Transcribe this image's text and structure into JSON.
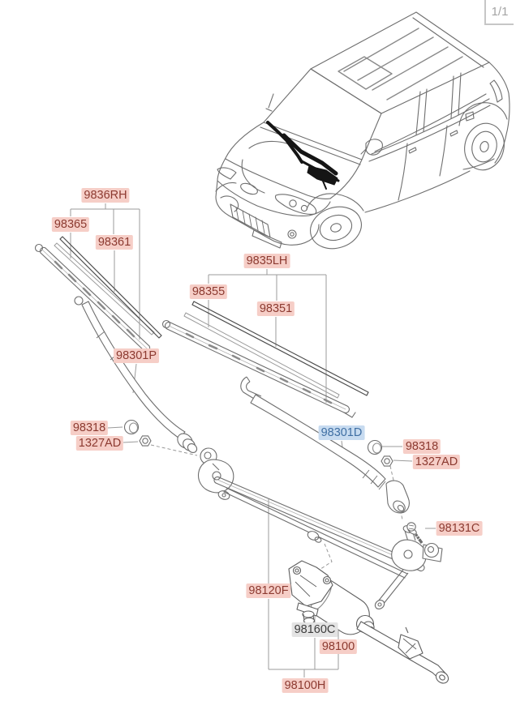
{
  "page": {
    "indicator": "1/1"
  },
  "diagram": {
    "selected_part": "98301D",
    "vehicle": "kia-soul-isometric-line-art"
  },
  "colors": {
    "label_pink_bg": "#f6cec7",
    "label_pink_text": "#8c3a30",
    "label_blue_bg": "#c7dbf0",
    "label_blue_text": "#3f6fa3",
    "label_gray_bg": "#e3e3e3",
    "label_gray_text": "#3d3d3d",
    "line_main": "#6e6e6e",
    "line_light": "#9c9c9c",
    "line_dark": "#4d4d4d",
    "wiper_black": "#151515",
    "leader": "#9b9b9b"
  },
  "labels": [
    {
      "text": "9836RH"
    },
    {
      "text": "98365"
    },
    {
      "text": "98361"
    },
    {
      "text": "98301P"
    },
    {
      "text": "9835LH"
    },
    {
      "text": "98355"
    },
    {
      "text": "98351"
    },
    {
      "text": "98318"
    },
    {
      "text": "1327AD"
    },
    {
      "text": "98301D"
    },
    {
      "text": "98318"
    },
    {
      "text": "1327AD"
    },
    {
      "text": "98131C"
    },
    {
      "text": "98120F"
    },
    {
      "text": "98160C"
    },
    {
      "text": "98100"
    },
    {
      "text": "98100H"
    }
  ]
}
